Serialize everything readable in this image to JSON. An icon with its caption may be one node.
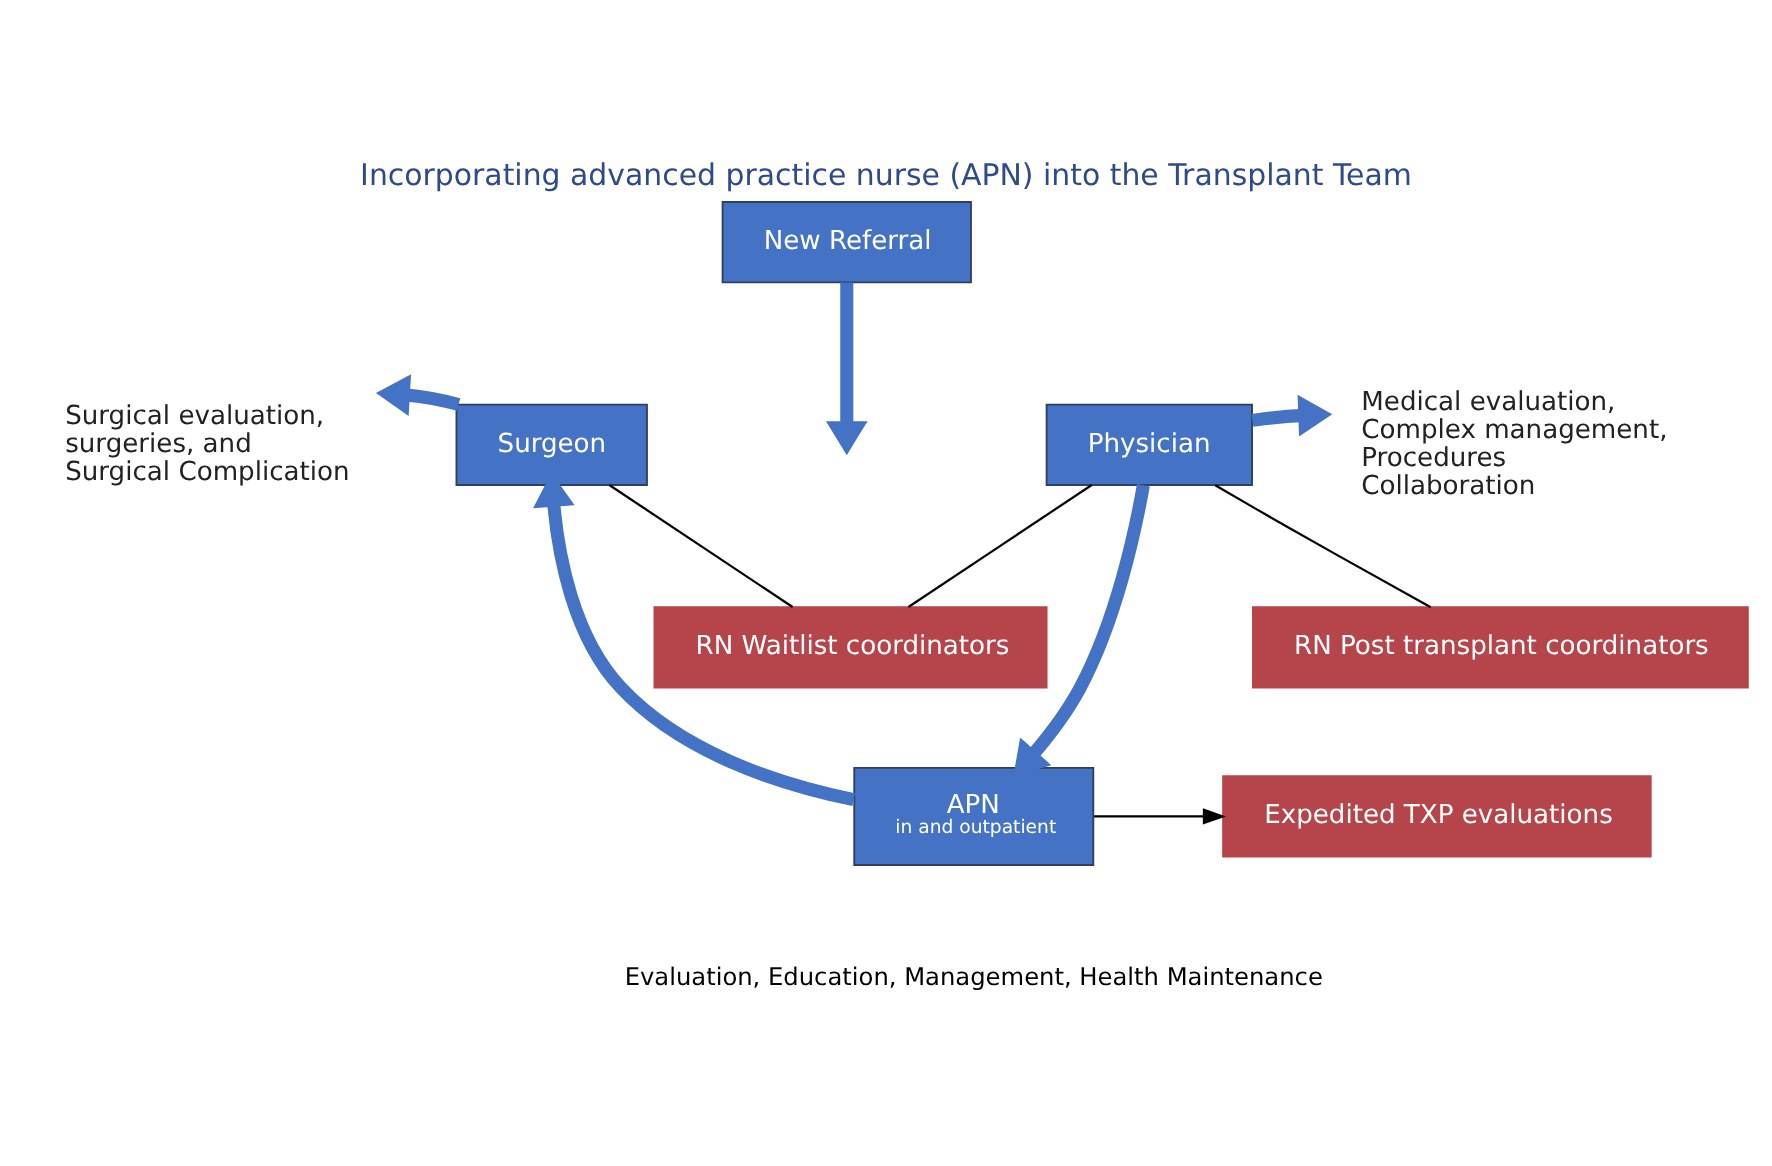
{
  "diagram": {
    "title": "Incorporating advanced practice nurse (APN) into the Transplant Team",
    "nodes": [
      {
        "text": [
          "New Referral"
        ]
      },
      {
        "text": [
          "Surgical evaluation, surgeries, and Surgical Complication"
        ]
      },
      {
        "text": [
          "Surgeon"
        ]
      },
      {
        "text": [
          "Physician"
        ]
      },
      {
        "text": [
          "Medical evaluation, Complex management, Procedures Collaboration"
        ]
      },
      {
        "text": [
          "RN Waitlist coordinators"
        ]
      },
      {
        "text": [
          "RN Post transplant coordinators"
        ]
      },
      {
        "text": [
          "APN",
          "in and outpatient"
        ]
      },
      {
        "text": [
          "Expedited TXP evaluations"
        ]
      }
    ],
    "edges": [
      {
        "from": 0,
        "to": null,
        "arrow": "to"
      },
      {
        "from": 2,
        "to": 1,
        "arrow": "to"
      },
      {
        "from": 3,
        "to": 4,
        "arrow": "to"
      },
      {
        "from": 2,
        "to": 5,
        "arrow": "none",
        "color": "#000000"
      },
      {
        "from": 3,
        "to": 5,
        "arrow": "none",
        "color": "#000000"
      },
      {
        "from": 3,
        "to": 6,
        "arrow": "none",
        "color": "#000000"
      },
      {
        "from": 7,
        "to": 2,
        "arrow": "to"
      },
      {
        "from": 3,
        "to": 7,
        "arrow": "to"
      },
      {
        "from": 7,
        "to": 8,
        "arrow": "to",
        "color": "#000000"
      }
    ],
    "labels": [
      "Evaluation, Education, Management, Health Maintenance"
    ]
  }
}
